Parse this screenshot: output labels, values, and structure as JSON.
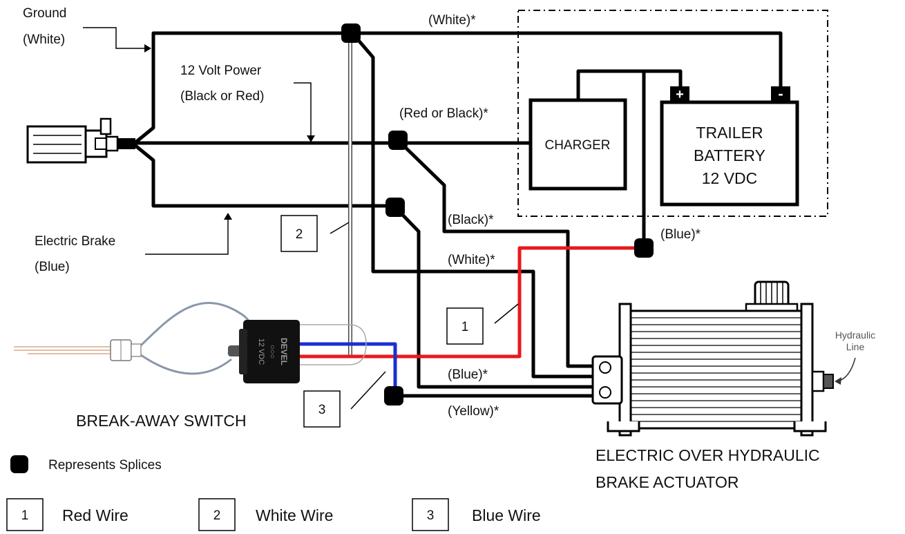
{
  "labels": {
    "ground_line1": "Ground",
    "ground_line2": "(White)",
    "power_line1": "12 Volt Power",
    "power_line2": "(Black or Red)",
    "brake_line1": "Electric Brake",
    "brake_line2": "(Blue)",
    "white_top": "(White)*",
    "red_or_black": "(Red or Black)*",
    "black": "(Black)*",
    "blue_right": "(Blue)*",
    "white_mid": "(White)*",
    "blue_bottom": "(Blue)*",
    "yellow": "(Yellow)*",
    "hydraulic_line1": "Hydraulic",
    "hydraulic_line2": "Line",
    "charger": "CHARGER",
    "battery_line1": "TRAILER",
    "battery_line2": "BATTERY",
    "battery_line3": "12 VDC",
    "plus": "+",
    "minus": "-",
    "breakaway_switch": "BREAK-AWAY SWITCH",
    "switch_brand": "DEVEL",
    "switch_rating": "12 VDC",
    "actuator_line1": "ELECTRIC OVER HYDRAULIC",
    "actuator_line2": "BRAKE ACTUATOR",
    "callout_1": "1",
    "callout_2": "2",
    "callout_3": "3"
  },
  "legend": {
    "splice_text": "Represents Splices",
    "items": [
      {
        "num": "1",
        "text": "Red Wire"
      },
      {
        "num": "2",
        "text": "White Wire"
      },
      {
        "num": "3",
        "text": "Blue Wire"
      }
    ]
  },
  "colors": {
    "wire_black": "#000000",
    "wire_red": "#e8191c",
    "wire_blue": "#1a2fd1",
    "wire_white": "#ffffff",
    "splice": "#000000"
  }
}
